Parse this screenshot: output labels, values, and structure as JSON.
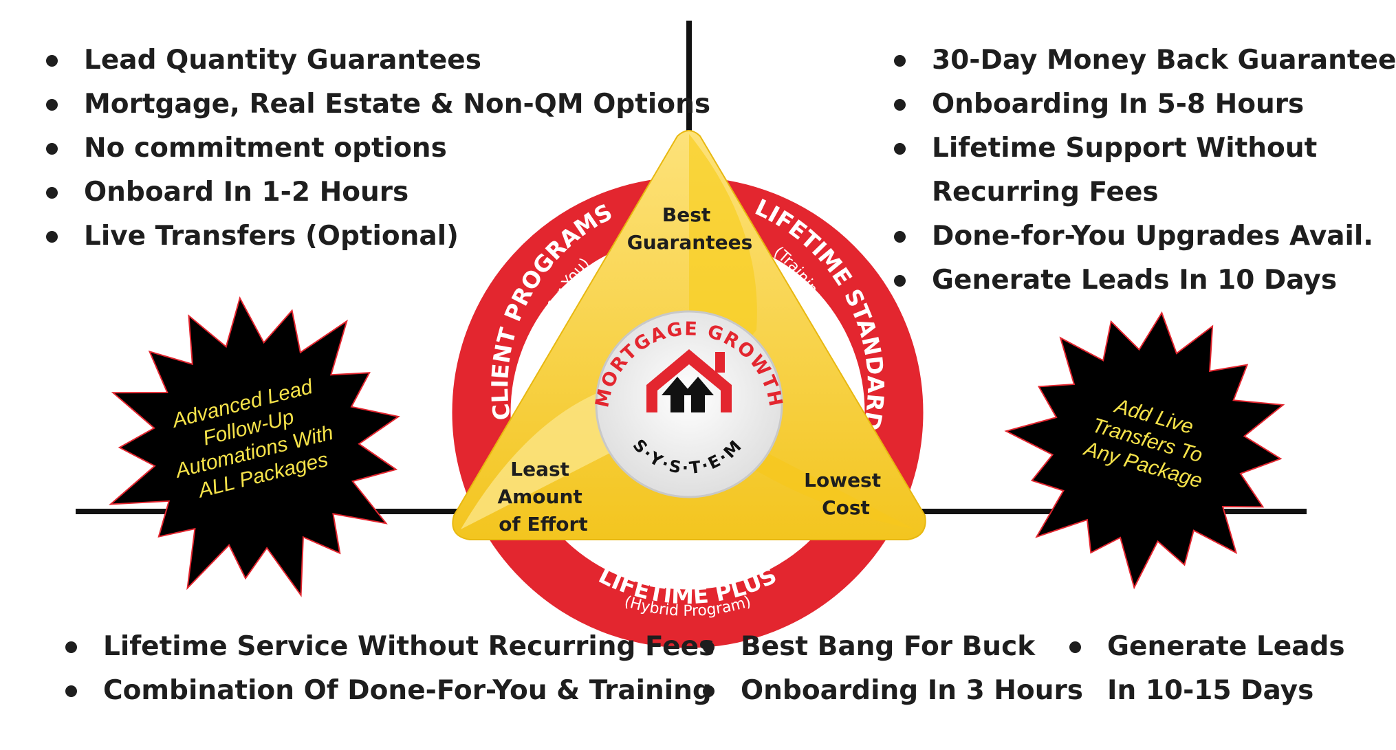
{
  "lists": {
    "top_left": [
      "Lead Quantity Guarantees",
      "Mortgage, Real Estate & Non-QM Options",
      "No commitment options",
      "Onboard In 1-2 Hours",
      "Live Transfers (Optional)"
    ],
    "top_right": [
      "30-Day Money Back Guarantee",
      "Onboarding In 5-8 Hours",
      "Lifetime Support Without",
      "Recurring Fees",
      "Done-for-You Upgrades Avail.",
      "Generate Leads In 10 Days"
    ],
    "bottom_1": [
      "Lifetime Service Without Recurring Fees",
      "Combination Of Done-For-You & Training"
    ],
    "bottom_2": [
      "Best Bang For Buck",
      "Onboarding In 3 Hours"
    ],
    "bottom_3": [
      "Generate Leads",
      "In 10-15 Days"
    ]
  },
  "ring": {
    "left_title": "CLIENT PROGRAMS",
    "left_sub": "(Done for You)",
    "right_title": "LIFETIME STANDARD",
    "right_sub": "(Training Program)",
    "bottom_title": "LIFETIME PLUS",
    "bottom_sub": "(Hybrid Program)"
  },
  "triangle": {
    "top_line1": "Best",
    "top_line2": "Guarantees",
    "left_line1": "Least",
    "left_line2": "Amount",
    "left_line3": "of Effort",
    "right_line1": "Lowest",
    "right_line2": "Cost"
  },
  "logo": {
    "arc_top": "MORTGAGE GROWTH",
    "arc_bottom": "S·Y·S·T·E·M"
  },
  "burst_left": {
    "line1": "Advanced Lead",
    "line2": "Follow-Up",
    "line3": "Automations With",
    "line4": "ALL Packages"
  },
  "burst_right": {
    "line1": "Add Live",
    "line2": "Transfers To",
    "line3": "Any Package"
  },
  "colors": {
    "red": "#e3262f",
    "yellow": "#f7d02b",
    "yellow_light": "#fbe27a",
    "black": "#111111",
    "burst_text": "#f6e34a"
  }
}
